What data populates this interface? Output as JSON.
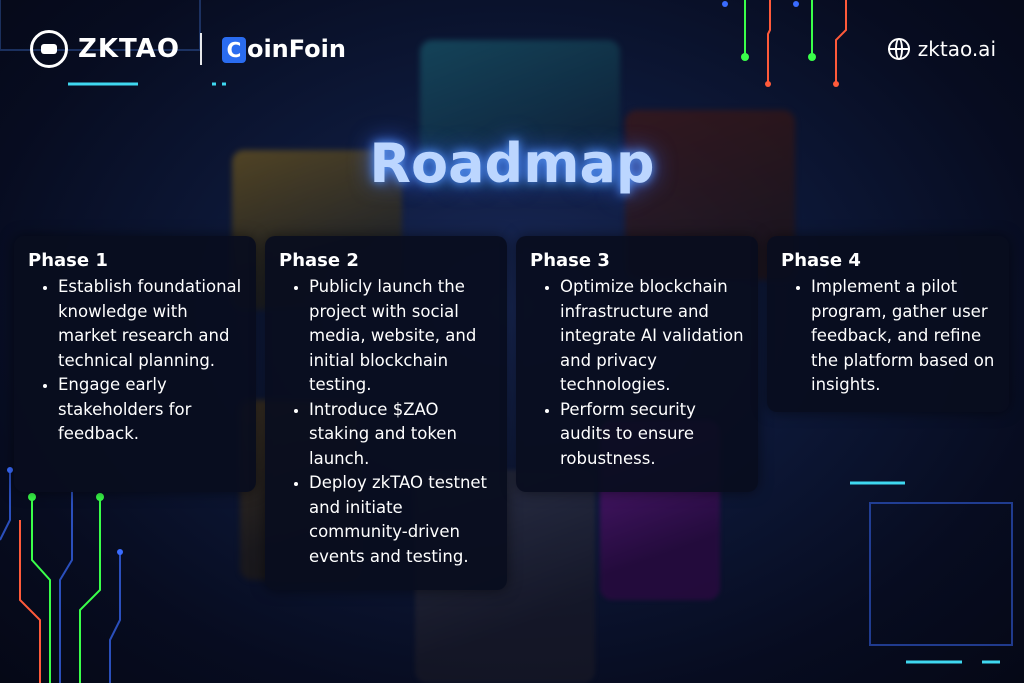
{
  "header": {
    "brand": "ZKTAO",
    "partner_c": "C",
    "partner_rest": "oinFoin",
    "site": "zktao.ai"
  },
  "title": "Roadmap",
  "phases": [
    {
      "label": "Phase 1",
      "items": [
        "Establish foundational knowledge with market research and technical planning.",
        "Engage early stakeholders for feedback."
      ]
    },
    {
      "label": "Phase 2",
      "items": [
        "Publicly launch the project with social media, website, and initial blockchain testing.",
        "Introduce $ZAO staking and token launch.",
        "Deploy zkTAO testnet and initiate community-driven events and testing."
      ]
    },
    {
      "label": "Phase 3",
      "items": [
        "Optimize blockchain infrastructure and integrate AI validation and privacy technologies.",
        "Perform security audits to ensure robustness."
      ]
    },
    {
      "label": "Phase 4",
      "items": [
        "Implement a pilot program, gather user feedback, and refine the platform based on insights."
      ]
    }
  ],
  "colors": {
    "accent_cyan": "#3fd8f0",
    "circuit_green": "#3aff4a",
    "circuit_red": "#ff4a3a",
    "title_glow": "#5a9cff"
  }
}
